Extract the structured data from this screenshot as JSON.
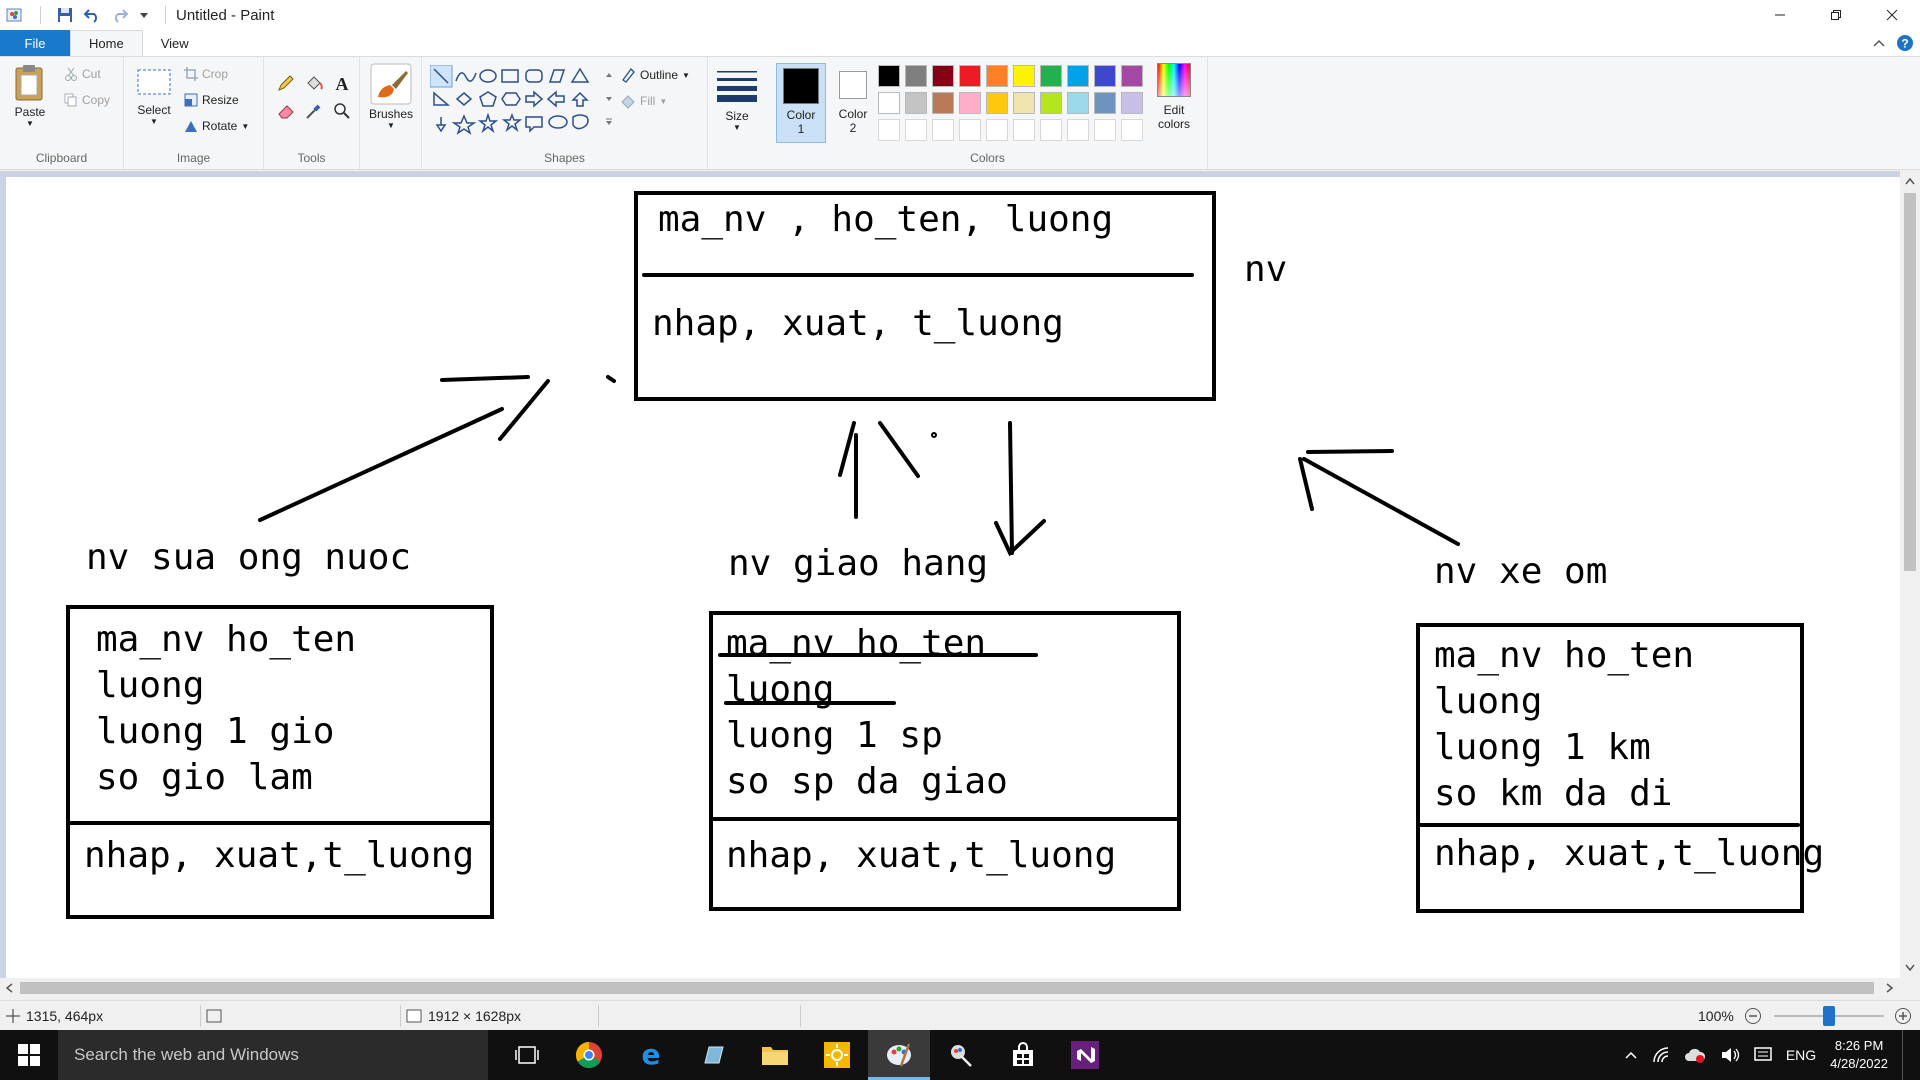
{
  "window": {
    "title": "Untitled - Paint",
    "controls": [
      "minimize",
      "maximize",
      "close"
    ]
  },
  "tabs": [
    {
      "label": "File"
    },
    {
      "label": "Home"
    },
    {
      "label": "View"
    }
  ],
  "ribbon": {
    "clipboard": {
      "paste": "Paste",
      "cut": "Cut",
      "copy": "Copy",
      "group": "Clipboard"
    },
    "image": {
      "select": "Select",
      "crop": "Crop",
      "resize": "Resize",
      "rotate": "Rotate",
      "group": "Image"
    },
    "tools": {
      "group": "Tools"
    },
    "brushes": {
      "label": "Brushes"
    },
    "shapes": {
      "outline": "Outline",
      "fill": "Fill",
      "group": "Shapes"
    },
    "size": {
      "label": "Size"
    },
    "colors": {
      "color1": "Color",
      "color1_num": "1",
      "color2": "Color",
      "color2_num": "2",
      "edit": "Edit",
      "edit2": "colors",
      "group": "Colors",
      "palette_row1": [
        "#000000",
        "#7f7f7f",
        "#880015",
        "#ed1c24",
        "#ff7f27",
        "#fff200",
        "#22b14c",
        "#00a2e8",
        "#3f48cc",
        "#a349a4"
      ],
      "palette_row2": [
        "#ffffff",
        "#c3c3c3",
        "#b97a57",
        "#ffaec9",
        "#ffc90e",
        "#efe4b0",
        "#b5e61d",
        "#99d9ea",
        "#7092be",
        "#c8bfe7"
      ]
    }
  },
  "drawing": {
    "top_box": {
      "attrs": "ma_nv , ho_ten, luong",
      "methods": "nhap, xuat, t_luong",
      "label": "nv"
    },
    "left": {
      "label": "nv sua ong nuoc",
      "lines": [
        "ma_nv ho_ten",
        "luong",
        "luong 1 gio",
        "so gio lam"
      ],
      "methods": "nhap, xuat,t_luong"
    },
    "middle": {
      "label": "nv giao hang",
      "lines": [
        "ma_nv ho_ten",
        "luong",
        "luong 1 sp",
        "so sp da giao"
      ],
      "methods": "nhap, xuat,t_luong"
    },
    "right": {
      "label": "nv xe om",
      "lines": [
        "ma_nv ho_ten",
        "luong",
        "luong 1 km",
        "so km da di"
      ],
      "methods": "nhap, xuat,t_luong"
    }
  },
  "status": {
    "cursor": "1315, 464px",
    "size": "1912 × 1628px",
    "zoom": "100%",
    "zoom_fraction": 0.5
  },
  "taskbar": {
    "search_placeholder": "Search the web and Windows",
    "lang": "ENG",
    "time": "8:26 PM",
    "date": "4/28/2022"
  }
}
